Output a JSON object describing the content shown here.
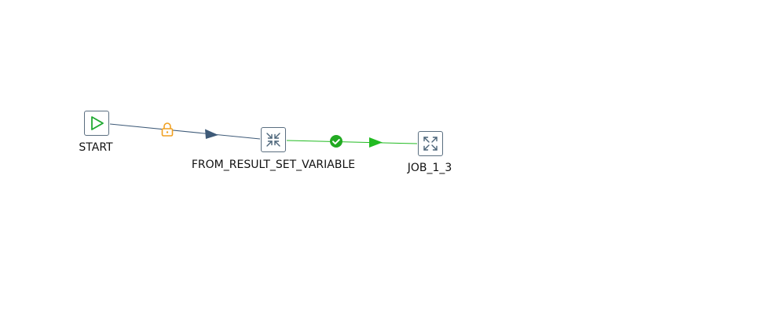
{
  "diagram": {
    "nodes": [
      {
        "id": "start",
        "label": "START",
        "icon": "play-icon",
        "color": "#22aa33"
      },
      {
        "id": "from_result",
        "label": "FROM_RESULT_SET_VARIABLE",
        "icon": "collapse-arrows-icon",
        "color": "#4a6378"
      },
      {
        "id": "job",
        "label": "JOB_1_3",
        "icon": "expand-arrows-icon",
        "color": "#4a6378"
      }
    ],
    "hops": [
      {
        "from": "start",
        "to": "from_result",
        "type": "unconditional",
        "icon": "lock-icon",
        "color": "#3e5a78",
        "icon_color": "#f0a020"
      },
      {
        "from": "from_result",
        "to": "job",
        "type": "success",
        "icon": "check-circle-icon",
        "color": "#22bb22",
        "icon_color": "#22aa22"
      }
    ]
  }
}
